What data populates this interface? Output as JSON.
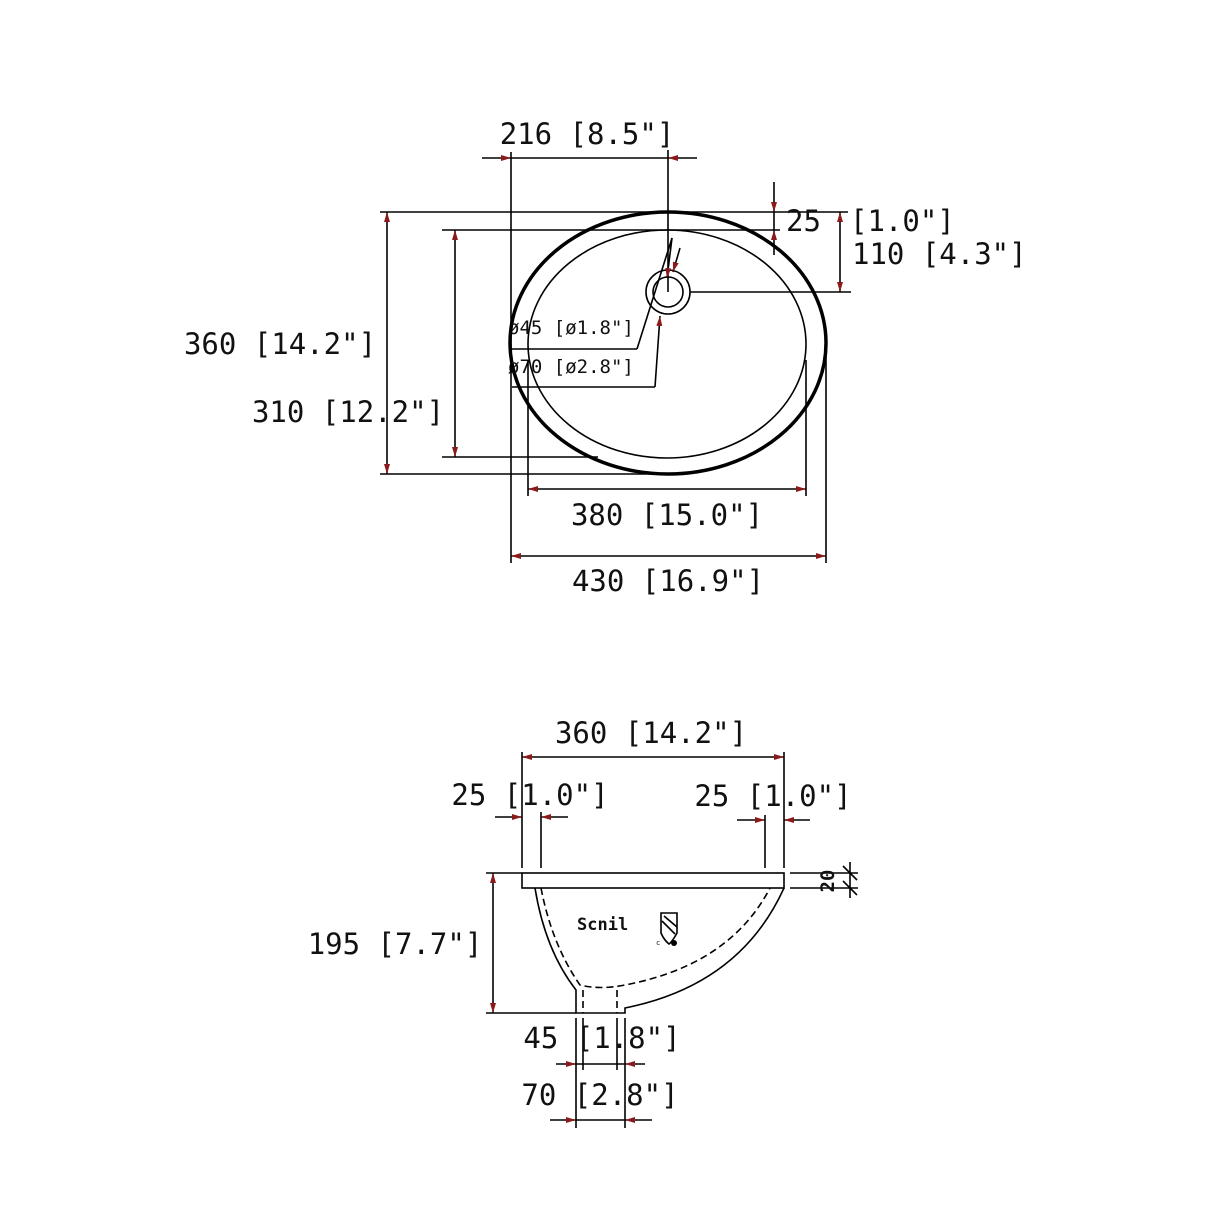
{
  "top_view": {
    "center_offset": "216 [8.5\"]",
    "overall_depth": "360 [14.2\"]",
    "inner_depth": "310 [12.2\"]",
    "rim_width_value": "25",
    "rim_width_inch": "[1.0\"]",
    "drain_offset": "110 [4.3\"]",
    "drain_inner_dia": "ø45 [ø1.8\"]",
    "drain_outer_dia": "ø70 [ø2.8\"]",
    "inner_width": "380 [15.0\"]",
    "overall_width": "430 [16.9\"]"
  },
  "side_view": {
    "overall_width": "360 [14.2\"]",
    "left_rim": "25 [1.0\"]",
    "right_rim": "25 [1.0\"]",
    "rim_thickness": "20",
    "height": "195 [7.7\"]",
    "drain_inner": "45 [1.8\"]",
    "drain_outer": "70 [2.8\"]",
    "logo_text": "Scnil"
  },
  "colors": {
    "line": "#000000",
    "arrow": "#8b1a1a"
  }
}
